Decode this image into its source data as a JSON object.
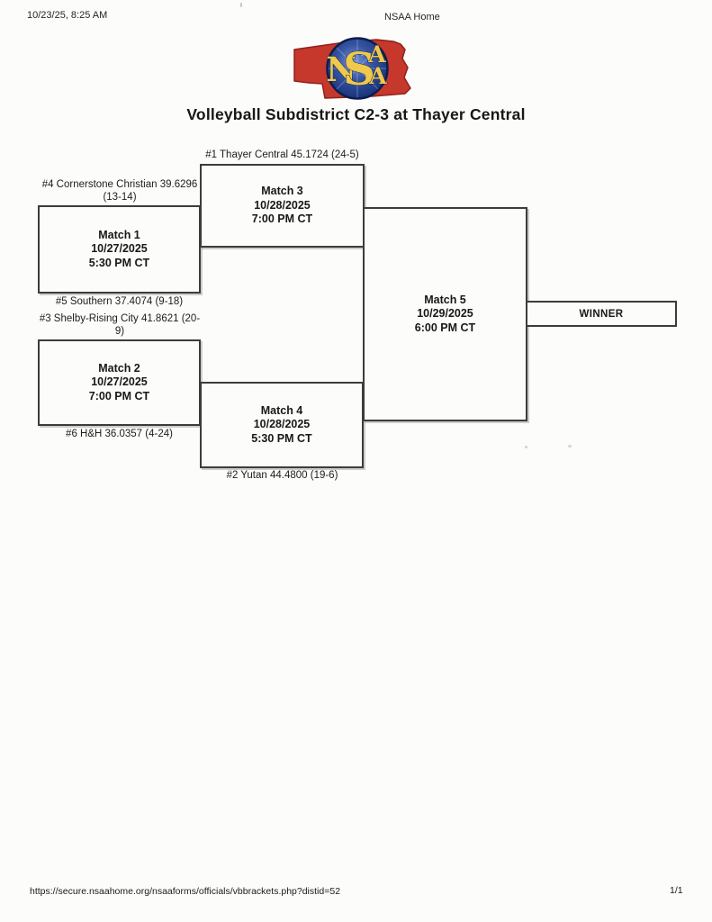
{
  "page": {
    "print_timestamp": "10/23/25, 8:25 AM",
    "header_title": "NSAA Home",
    "footer_url": "https://secure.nsaahome.org/nsaaforms/officials/vbbrackets.php?distid=52",
    "page_number": "1/1"
  },
  "logo": {
    "letters": [
      "N",
      "S",
      "A",
      "A"
    ],
    "state_color": "#c5382b",
    "state_outline_color": "#8f231b",
    "circle_color": "#24418f",
    "circle_rim_color": "#0d1d4e",
    "letter_color": "#eec94a"
  },
  "bracket": {
    "title": "Volleyball Subdistrict C2-3 at Thayer Central",
    "winner_label": "WINNER",
    "seeds": {
      "seed1": [
        "#1 Thayer Central 45.1724 (24-5)"
      ],
      "seed4": [
        "#4 Cornerstone Christian 39.6296",
        "(13-14)"
      ],
      "seed5": [
        "#5 Southern 37.4074 (9-18)"
      ],
      "seed3": [
        "#3 Shelby-Rising City 41.8621 (20-",
        "9)"
      ],
      "seed6": [
        "#6 H&H 36.0357 (4-24)"
      ],
      "seed2": [
        "#2 Yutan 44.4800 (19-6)"
      ]
    },
    "matches": {
      "match1": {
        "lines": [
          "Match 1",
          "10/27/2025",
          "5:30 PM CT"
        ]
      },
      "match2": {
        "lines": [
          "Match 2",
          "10/27/2025",
          "7:00 PM CT"
        ]
      },
      "match3": {
        "lines": [
          "Match 3",
          "10/28/2025",
          "7:00 PM CT"
        ]
      },
      "match4": {
        "lines": [
          "Match 4",
          "10/28/2025",
          "5:30 PM CT"
        ]
      },
      "match5": {
        "lines": [
          "Match 5",
          "10/29/2025",
          "6:00 PM CT"
        ]
      }
    }
  }
}
